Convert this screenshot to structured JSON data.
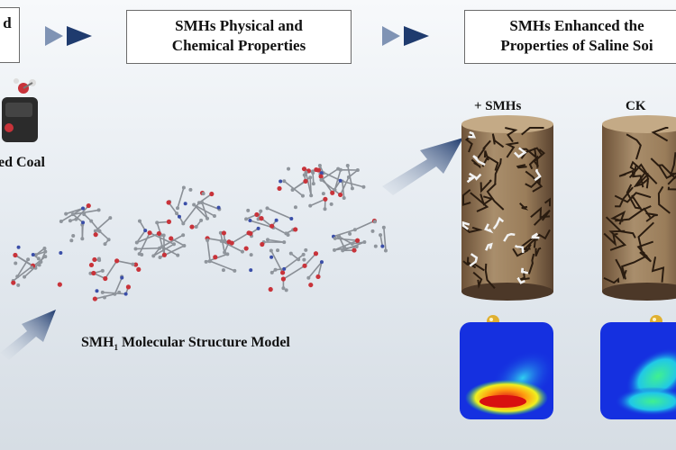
{
  "header": {
    "box_left_text": "d",
    "box_middle_line1": "SMHs Physical and",
    "box_middle_line2": "Chemical Properties",
    "box_right_line1": "SMHs Enhanced the",
    "box_right_line2": "Properties of Saline Soi"
  },
  "left": {
    "coal_label": "ed Coal"
  },
  "molecule": {
    "caption_prefix": "SMH",
    "caption_subscript": "1",
    "caption_suffix": " Molecular Structure Model"
  },
  "columns": {
    "treated_label": "+ SMHs",
    "control_label": "CK"
  },
  "colors": {
    "arrow_blue": "#1f3b6e",
    "box_border": "#6b6b6b",
    "soil_light": "#a98e6c",
    "soil_dark": "#6d5238",
    "crack": "#2a1c10",
    "droplet": "#e0b030",
    "heatmap_blue": "#1530e0"
  },
  "icons": [
    "chevron-arrow-icon",
    "large-arrow-icon",
    "water-droplet-icon",
    "soil-column-icon",
    "molecule-icon",
    "heatmap-icon"
  ]
}
